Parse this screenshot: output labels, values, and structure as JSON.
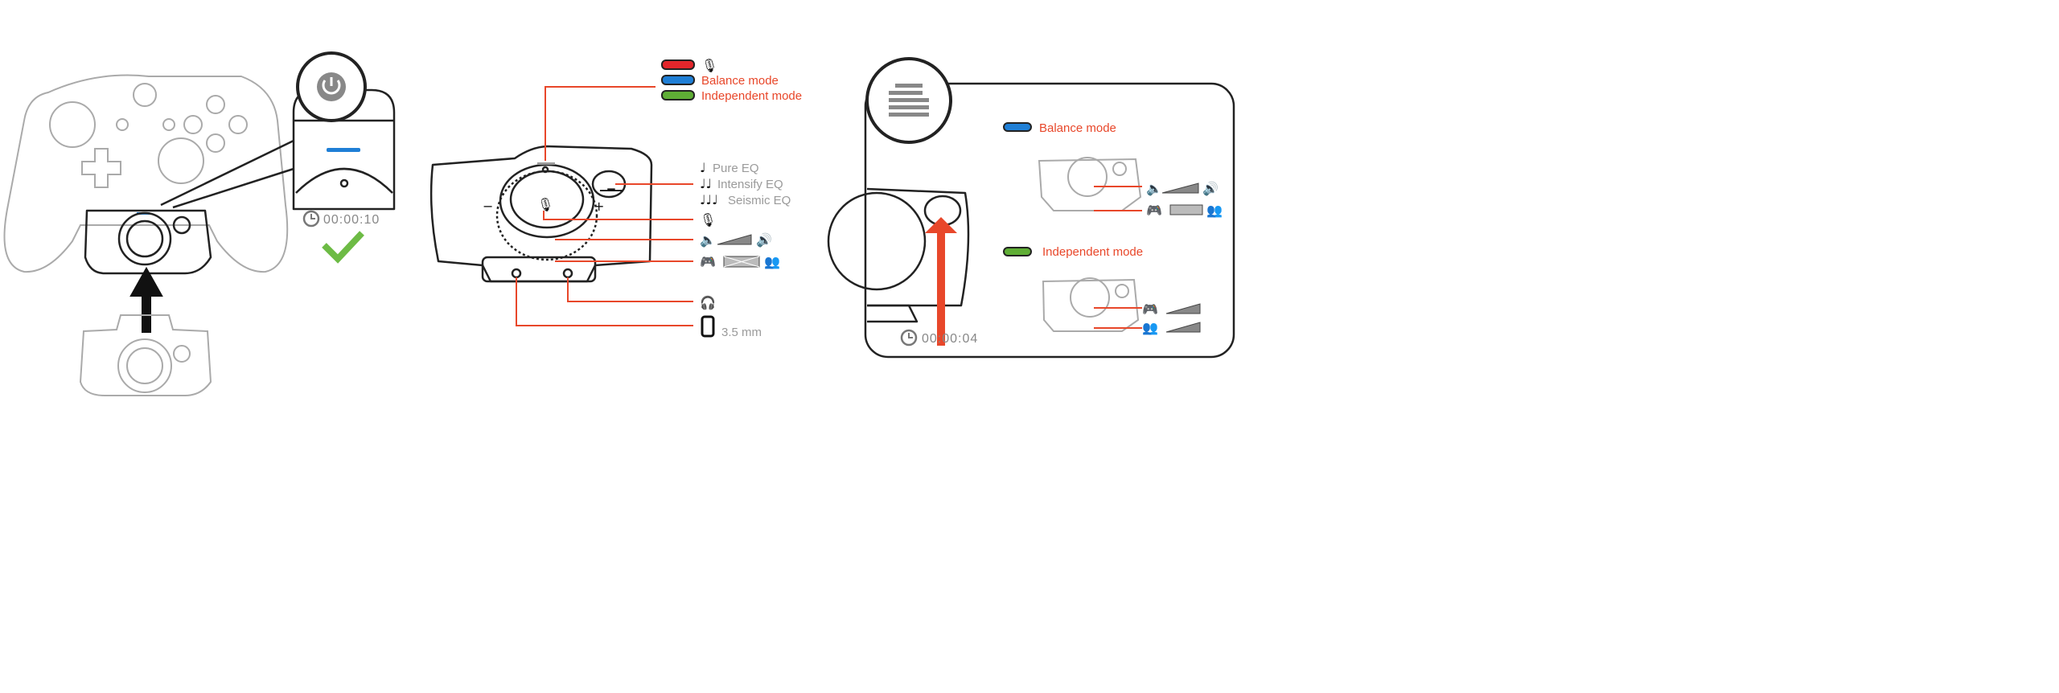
{
  "colors": {
    "accent": "#e8472a",
    "mute_led": "#e3262b",
    "balance_led": "#1f7fd6",
    "independent_led": "#5fae35",
    "check": "#6dbb45"
  },
  "step1": {
    "timer": "00:00:10",
    "icons": [
      "power-icon",
      "clock-icon",
      "checkmark-icon"
    ]
  },
  "step2": {
    "led_legend": [
      {
        "color": "red",
        "label_icon": "mic-mute-icon"
      },
      {
        "color": "blue",
        "label": "Balance mode"
      },
      {
        "color": "green",
        "label": "Independent mode"
      }
    ],
    "eq_modes": [
      {
        "notes": "♩",
        "label": "Pure EQ"
      },
      {
        "notes": "♩♩",
        "label": "Intensify EQ"
      },
      {
        "notes": "♩♩♩",
        "label": "Seismic EQ"
      }
    ],
    "jack_label": "3.5 mm",
    "dial_minus": "−",
    "dial_plus": "+"
  },
  "step3": {
    "timer": "00:00:04",
    "balance_label": "Balance mode",
    "independent_label": "Independent mode"
  }
}
